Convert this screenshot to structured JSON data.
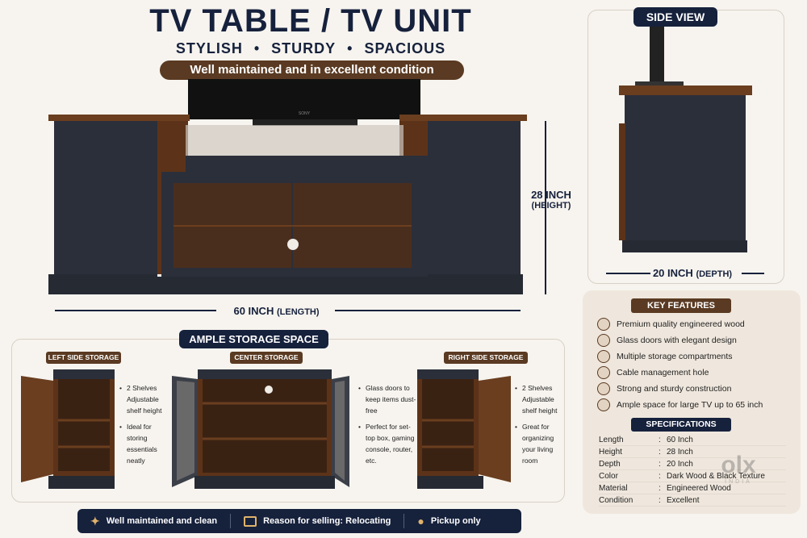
{
  "header": {
    "title": "TV TABLE / TV UNIT",
    "tagline": [
      "STYLISH",
      "STURDY",
      "SPACIOUS"
    ],
    "banner": "Well maintained and in excellent condition"
  },
  "main_view": {
    "height_label": "28 INCH",
    "height_sub": "(HEIGHT)",
    "length_label": "60 INCH",
    "length_sub": "(LENGTH)",
    "tv_brand": "SONY"
  },
  "side_view": {
    "title": "SIDE VIEW",
    "depth_label": "20 INCH",
    "depth_sub": "(DEPTH)"
  },
  "storage": {
    "title": "AMPLE STORAGE SPACE",
    "left": {
      "label": "LEFT SIDE STORAGE",
      "notes": [
        "2 Shelves Adjustable shelf height",
        "Ideal for storing essentials neatly"
      ]
    },
    "center": {
      "label": "CENTER STORAGE",
      "notes": [
        "Glass doors to keep items dust-free",
        "Perfect for set-top box, gaming console, router, etc."
      ]
    },
    "right": {
      "label": "RIGHT SIDE STORAGE",
      "notes": [
        "2 Shelves Adjustable shelf height",
        "Great for organizing your living room"
      ]
    }
  },
  "features": {
    "title": "KEY FEATURES",
    "items": [
      {
        "icon": "wood-icon",
        "text": "Premium quality engineered wood"
      },
      {
        "icon": "glass-door-icon",
        "text": "Glass doors with elegant design"
      },
      {
        "icon": "storage-icon",
        "text": "Multiple storage compartments"
      },
      {
        "icon": "cable-icon",
        "text": "Cable management hole"
      },
      {
        "icon": "strength-icon",
        "text": "Strong and sturdy construction"
      },
      {
        "icon": "tv-icon",
        "text": "Ample space for large TV up to 65 inch"
      }
    ]
  },
  "specs": {
    "title": "SPECIFICATIONS",
    "rows": [
      {
        "k": "Length",
        "v": "60 Inch"
      },
      {
        "k": "Height",
        "v": "28 Inch"
      },
      {
        "k": "Depth",
        "v": "20 Inch"
      },
      {
        "k": "Color",
        "v": "Dark Wood & Black Texture"
      },
      {
        "k": "Material",
        "v": "Engineered Wood"
      },
      {
        "k": "Condition",
        "v": "Excellent"
      }
    ]
  },
  "footer": {
    "items": [
      {
        "icon": "sparkle-icon",
        "text": "Well maintained and clean"
      },
      {
        "icon": "box-icon",
        "text": "Reason for selling: Relocating"
      },
      {
        "icon": "location-pin-icon",
        "text": "Pickup only"
      }
    ]
  },
  "watermark": {
    "logo": "olx",
    "sub": "INDIA"
  }
}
